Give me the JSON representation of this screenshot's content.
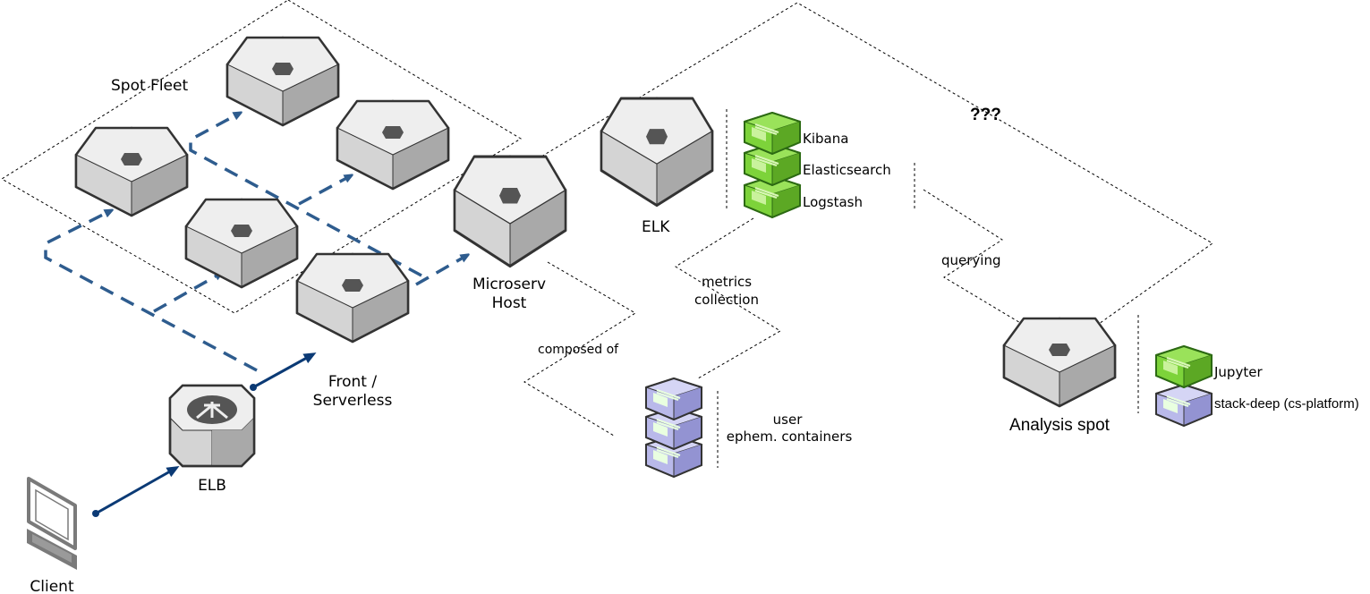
{
  "labels": {
    "spot_fleet": "Spot Fleet",
    "question": "???",
    "elk": "ELK",
    "kibana": "Kibana",
    "elasticsearch": "Elasticsearch",
    "logstash": "Logstash",
    "querying": "querying",
    "metrics_line1": "metrics",
    "metrics_line2": "collection",
    "microserv_line1": "Microserv",
    "microserv_line2": "Host",
    "composed_of": "composed of",
    "front_line1": "Front /",
    "front_line2": "Serverless",
    "elb": "ELB",
    "client": "Client",
    "user_line1": "user",
    "user_line2": "ephem. containers",
    "analysis_spot": "Analysis spot",
    "jupyter": "Jupyter",
    "stack_deep": "stack-deep (cs-platform)"
  },
  "colors": {
    "server_top": "#eeeeee",
    "server_left": "#d4d4d4",
    "server_right": "#a9a9a9",
    "outline": "#333333",
    "blue_dashed": "#2e5c8e",
    "blue_solid": "#0b3a75",
    "green_container": "#7dd33a",
    "lavender_container": "#b9b9ea"
  },
  "icons": {
    "server": "server-icon",
    "load_balancer": "load-balancer-icon",
    "client": "computer-icon",
    "green_container": "container-green-icon",
    "lavender_container": "container-lavender-icon"
  }
}
